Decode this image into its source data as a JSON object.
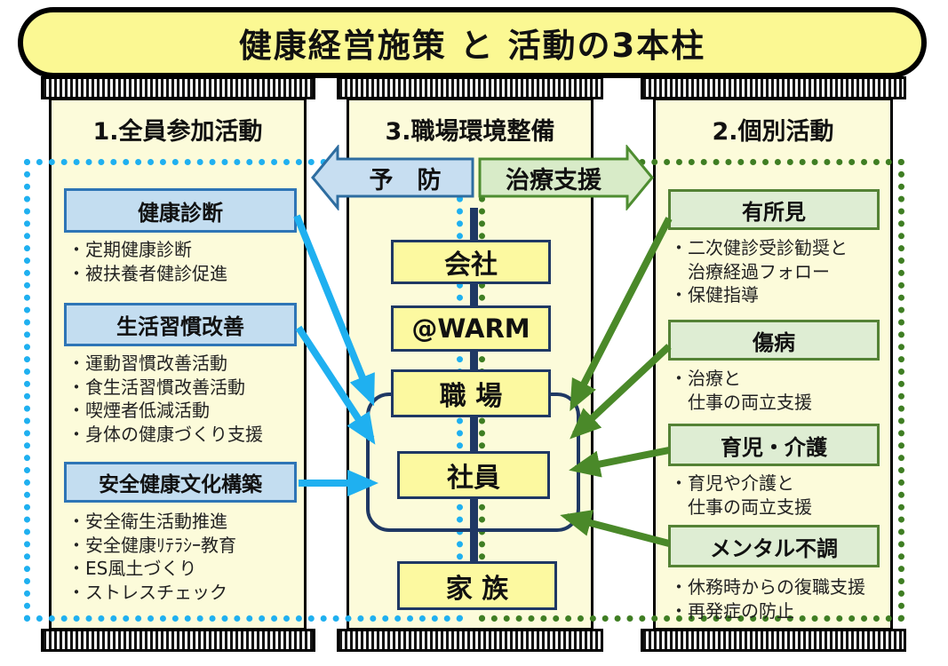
{
  "title": "健康経営施策 と 活動の3本柱",
  "flow_arrows": {
    "prevention_label": "予　防",
    "treatment_label": "治療支援"
  },
  "pillars": {
    "left": {
      "heading": "1.全員参加活動",
      "groups": [
        {
          "label": "健康診断",
          "bullets": [
            "・定期健康診断",
            "・被扶養者健診促進"
          ]
        },
        {
          "label": "生活習慣改善",
          "bullets": [
            "・運動習慣改善活動",
            "・食生活習慣改善活動",
            "・喫煙者低減活動",
            "・身体の健康づくり支援"
          ]
        },
        {
          "label": "安全健康文化構築",
          "bullets": [
            "・安全衛生活動推進",
            "・安全健康ﾘﾃﾗｼｰ教育",
            "・ES風土づくり",
            "・ストレスチェック"
          ]
        }
      ]
    },
    "middle": {
      "heading": "3.職場環境整備",
      "nodes": [
        "会社",
        "@WARM",
        "職 場",
        "社員",
        "家 族"
      ]
    },
    "right": {
      "heading": "2.個別活動",
      "groups": [
        {
          "label": "有所見",
          "bullets": [
            "・二次健診受診勧奨と",
            "　治療経過フォロー",
            "・保健指導"
          ]
        },
        {
          "label": "傷病",
          "bullets": [
            "・治療と",
            "　仕事の両立支援"
          ]
        },
        {
          "label": "育児・介護",
          "bullets": [
            "・育児や介護と",
            "　仕事の両立支援"
          ]
        },
        {
          "label": "メンタル不調",
          "bullets": [
            "・休務時からの復職支援",
            "・再発症の防止"
          ]
        }
      ]
    }
  },
  "colors": {
    "banner_yellow": "#FBF893",
    "column_bg": "#FCFBDA",
    "node_fill": "#FCF9A0",
    "navy": "#1F3864",
    "blue_box_fill": "#C3DDF0",
    "blue_box_border": "#2E75B6",
    "cyan_accent": "#1FB0F0",
    "green_box_fill": "#DEEDD3",
    "green_box_border": "#548235",
    "green_accent": "#3F7E23"
  }
}
